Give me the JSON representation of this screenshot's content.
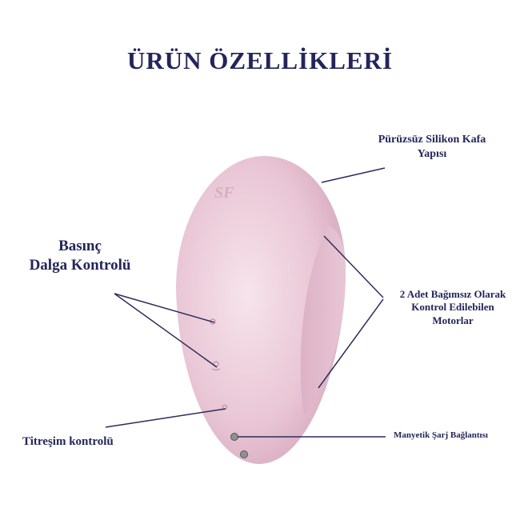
{
  "title": "ÜRÜN ÖZELLİKLERİ",
  "labels": {
    "head_line1": "Pürüzsüz Silikon Kafa",
    "head_line2": "Yapısı",
    "pressure_line1": "Basınç",
    "pressure_line2": "Dalga Kontrolü",
    "motors_line1": "2 Adet Bağımsız Olarak",
    "motors_line2": "Kontrol Edilebilen",
    "motors_line3": "Motorlar",
    "vibration": "Titreşim kontrolü",
    "charging": "Manyetik Şarj Bağlantısı"
  },
  "colors": {
    "text": "#23255a",
    "device": "#ecc9d8",
    "line": "#2b2d5c"
  }
}
